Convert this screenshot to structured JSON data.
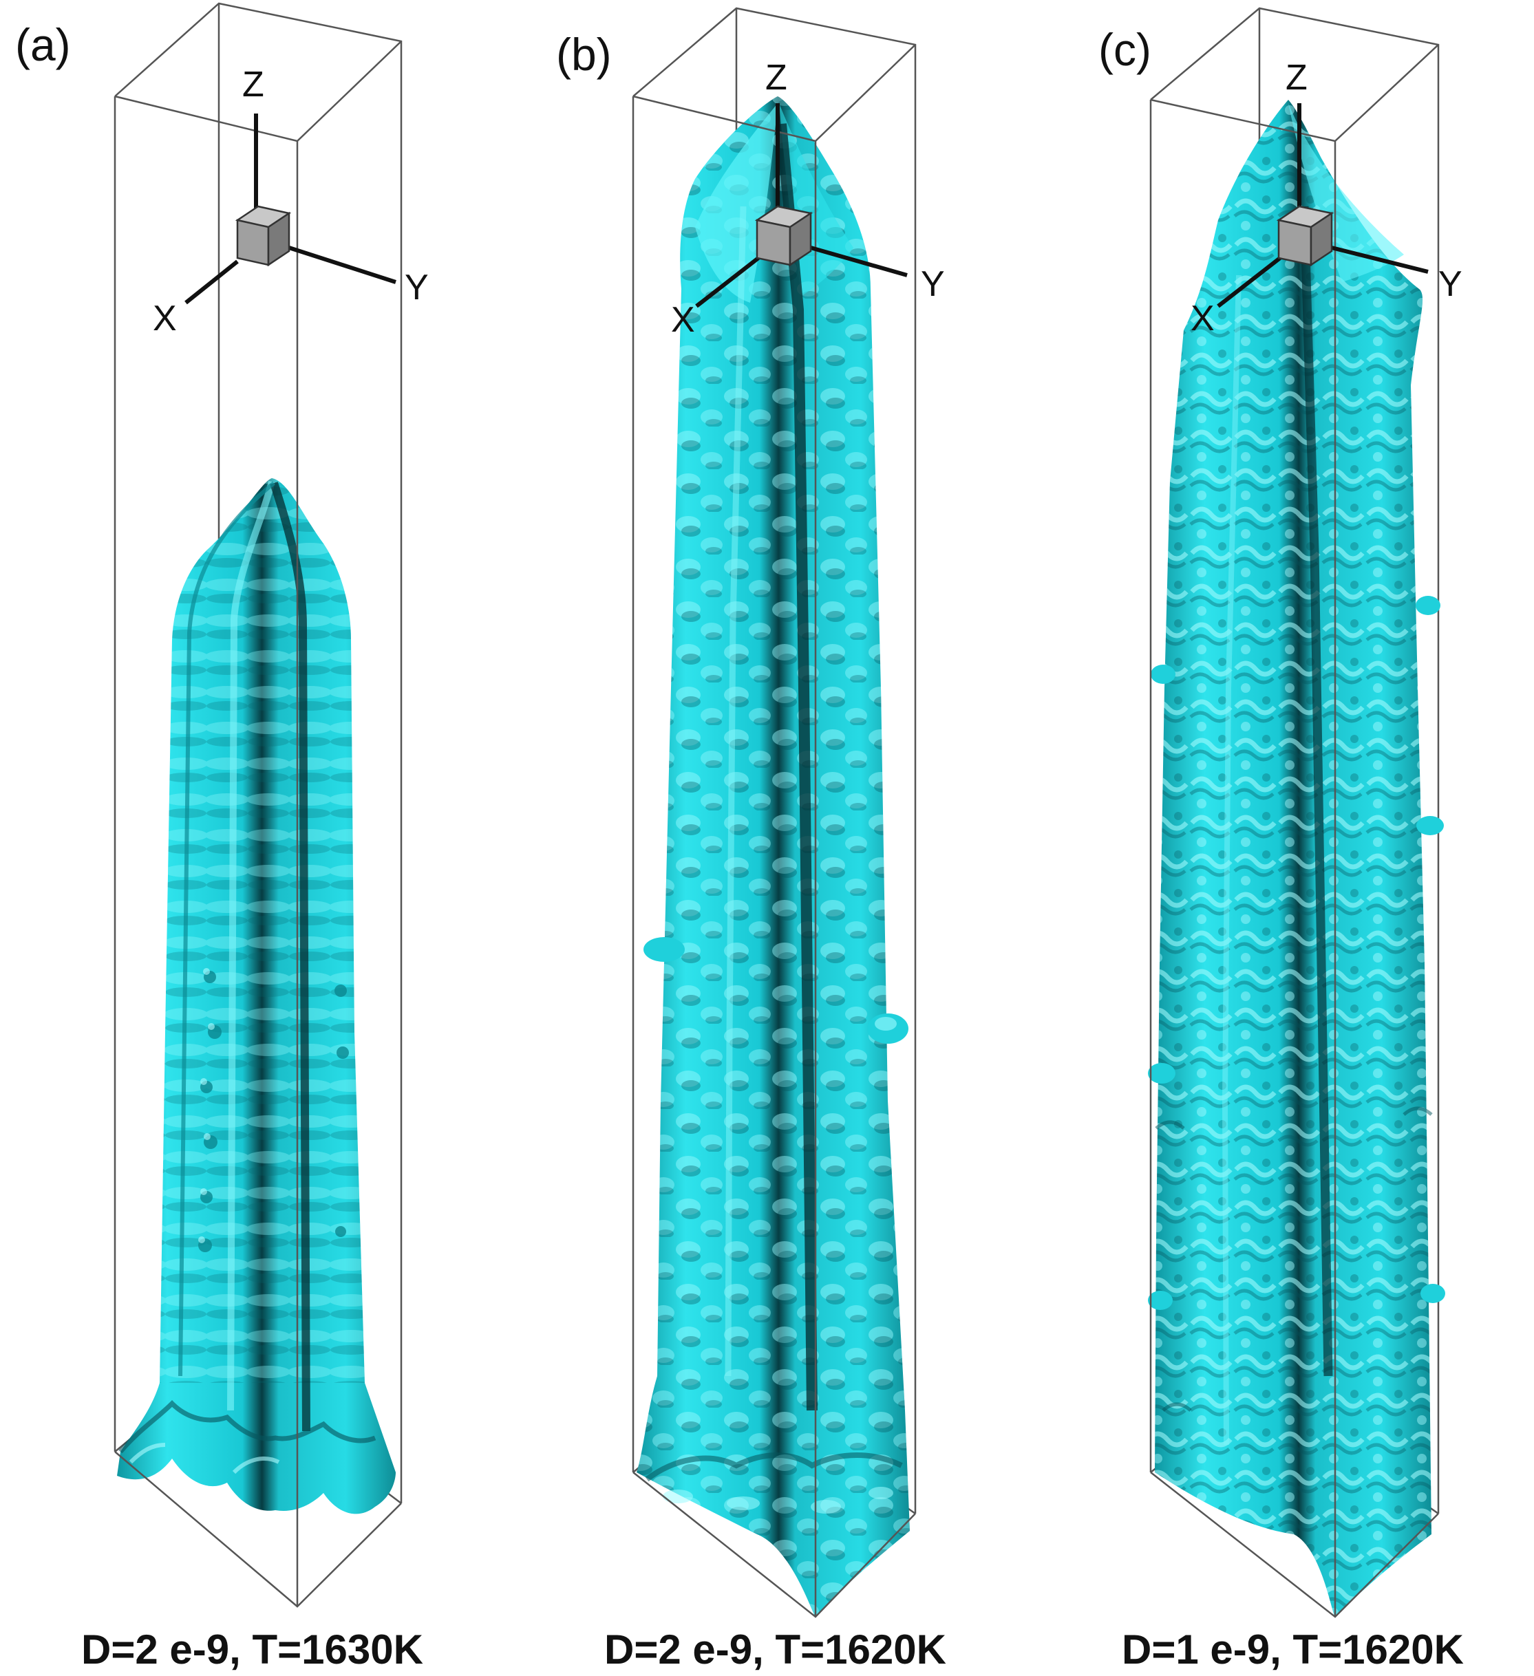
{
  "panels": [
    {
      "letter": "(a)",
      "caption": "D=2 e-9, T=1630K",
      "axes": {
        "z": "Z",
        "y": "Y",
        "x": "X"
      }
    },
    {
      "letter": "(b)",
      "caption": "D=2 e-9, T=1620K",
      "axes": {
        "z": "Z",
        "y": "Y",
        "x": "X"
      }
    },
    {
      "letter": "(c)",
      "caption": "D=1 e-9, T=1620K",
      "axes": {
        "z": "Z",
        "y": "Y",
        "x": "X"
      }
    }
  ],
  "colors": {
    "surface": "#19d3de",
    "surface_light": "#5cf0f7",
    "surface_dark": "#0a7f88",
    "box": "#555555",
    "cube": "#a8a8a8"
  }
}
